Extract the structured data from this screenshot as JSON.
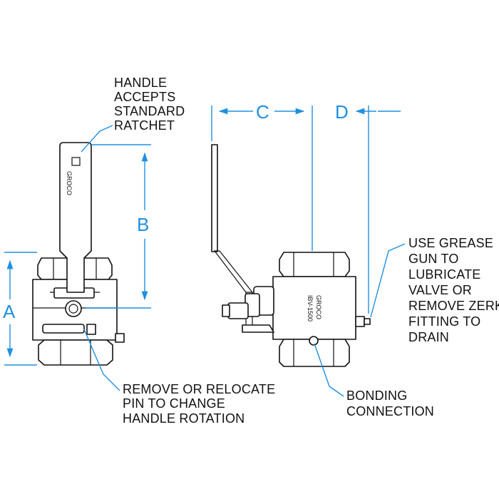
{
  "colors": {
    "dimension": "#1e90e0",
    "outline": "#111111"
  },
  "callouts": {
    "handle_ratchet": [
      "HANDLE",
      "ACCEPTS",
      "STANDARD",
      "RATCHET"
    ],
    "grease_gun": [
      "USE GREASE",
      "GUN TO",
      "LUBRICATE",
      "VALVE OR",
      "REMOVE ZERK",
      "FITTING TO",
      "DRAIN"
    ],
    "remove_pin": [
      "REMOVE OR RELOCATE",
      "PIN TO CHANGE",
      "HANDLE ROTATION"
    ],
    "bonding": [
      "BONDING",
      "CONNECTION"
    ]
  },
  "dimensions": {
    "a": "A",
    "b": "B",
    "c": "C",
    "d": "D"
  },
  "markings": {
    "brand": "GROCO",
    "model": "IBV-1500"
  }
}
